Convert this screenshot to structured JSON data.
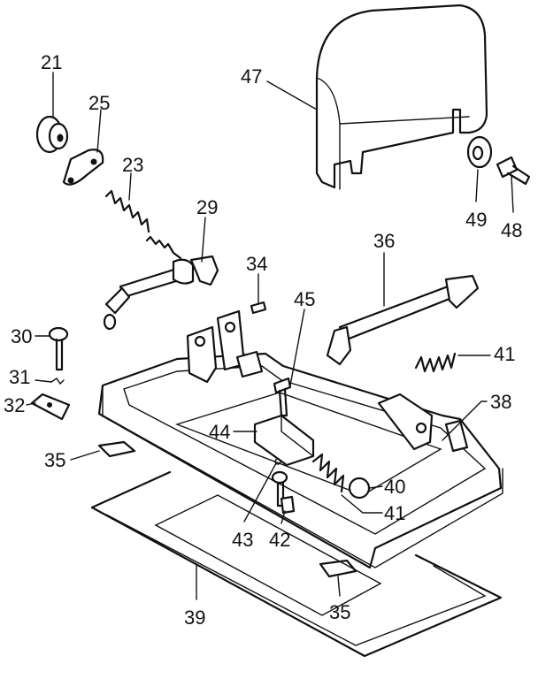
{
  "callouts": [
    {
      "id": "21",
      "text": "21"
    },
    {
      "id": "25",
      "text": "25"
    },
    {
      "id": "23",
      "text": "23"
    },
    {
      "id": "29",
      "text": "29"
    },
    {
      "id": "47",
      "text": "47"
    },
    {
      "id": "49",
      "text": "49"
    },
    {
      "id": "48",
      "text": "48"
    },
    {
      "id": "34",
      "text": "34"
    },
    {
      "id": "36",
      "text": "36"
    },
    {
      "id": "45",
      "text": "45"
    },
    {
      "id": "41a",
      "text": "41"
    },
    {
      "id": "30",
      "text": "30"
    },
    {
      "id": "31",
      "text": "31"
    },
    {
      "id": "32",
      "text": "32"
    },
    {
      "id": "38",
      "text": "38"
    },
    {
      "id": "44",
      "text": "44"
    },
    {
      "id": "35a",
      "text": "35"
    },
    {
      "id": "40",
      "text": "40"
    },
    {
      "id": "41b",
      "text": "41"
    },
    {
      "id": "43",
      "text": "43"
    },
    {
      "id": "42",
      "text": "42"
    },
    {
      "id": "39",
      "text": "39"
    },
    {
      "id": "35b",
      "text": "35"
    }
  ]
}
